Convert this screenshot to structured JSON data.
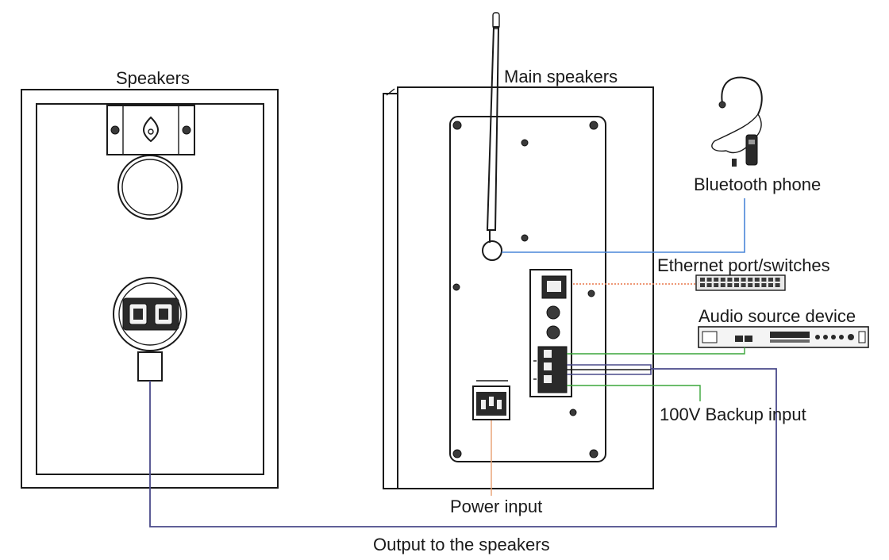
{
  "labels": {
    "speakers": "Speakers",
    "main_speakers": "Main speakers",
    "bluetooth_phone": "Bluetooth phone",
    "ethernet": "Ethernet port/switches",
    "audio_source": "Audio source device",
    "backup_input": "100V Backup input",
    "power_input": "Power input",
    "output": "Output to the speakers"
  },
  "colors": {
    "bluetooth_line": "#4a86d8",
    "ethernet_line": "#e8774a",
    "audio_line": "#3aa63a",
    "backup_line": "#3aa63a",
    "power_line": "#e8a070",
    "output_line": "#4a4a8a",
    "outline": "#1a1a1a"
  }
}
